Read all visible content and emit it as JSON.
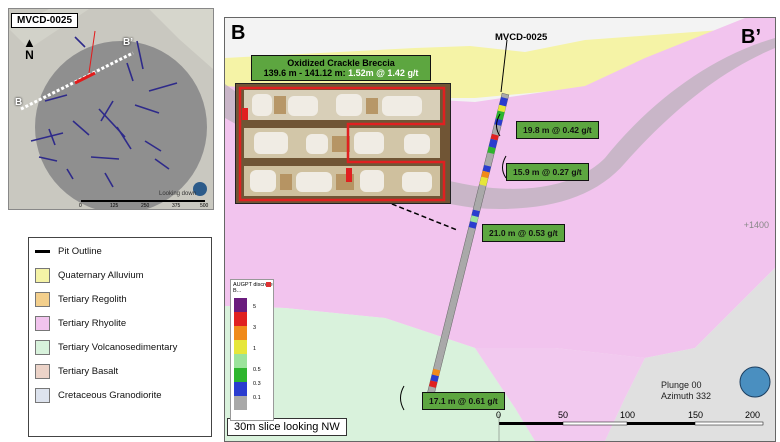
{
  "inset": {
    "collar_label": "MVCD-0025",
    "north_label": "N",
    "section_start": "B",
    "section_end": "B’",
    "view_note": "Looking down",
    "scale_ticks": [
      "0",
      "125",
      "250",
      "375",
      "500"
    ]
  },
  "legend": {
    "items": [
      {
        "label": "Pit Outline",
        "kind": "line",
        "color": "#000000"
      },
      {
        "label": "Quaternary Alluvium",
        "kind": "swatch",
        "color": "#f5f3a6"
      },
      {
        "label": "Tertiary Regolith",
        "kind": "swatch",
        "color": "#f3cf8c"
      },
      {
        "label": "Tertiary Rhyolite",
        "kind": "swatch",
        "color": "#f2c4ee"
      },
      {
        "label": "Tertiary Volcanosedimentary",
        "kind": "swatch",
        "color": "#d8f2dc"
      },
      {
        "label": "Tertiary Basalt",
        "kind": "swatch",
        "color": "#ecd3c8"
      },
      {
        "label": "Cretaceous Granodiorite",
        "kind": "swatch",
        "color": "#dde3ee"
      }
    ]
  },
  "section": {
    "left_label": "B",
    "right_label": "B’",
    "hole_id": "MVCD-0025",
    "photo_title": "Oxidized Crackle Breccia",
    "photo_interval": "139.6 m - 141.12 m: ",
    "photo_result": "1.52m @ 1.42 g/t",
    "intercepts": [
      "19.8 m @ 0.42 g/t",
      "15.9 m @ 0.27 g/t",
      "21.0 m @ 0.53 g/t",
      "17.1 m @ 0.61 g/t"
    ],
    "elevation_label": "+1400",
    "plunge": "Plunge 00",
    "azimuth": "Azimuth 332",
    "slice_note": "30m slice looking NW",
    "scale_ticks": [
      "0",
      "50",
      "100",
      "150",
      "200"
    ]
  },
  "assay_legend": {
    "title": "AUGPT discrete B...",
    "ticks": [
      "5",
      "3",
      "1",
      "0.5",
      "0.3",
      "0.1"
    ],
    "colors": [
      "#6a1c7d",
      "#e02020",
      "#f08a1a",
      "#e6e63a",
      "#9be39b",
      "#2db52d",
      "#2a3ccf",
      "#a8a8a8"
    ]
  }
}
